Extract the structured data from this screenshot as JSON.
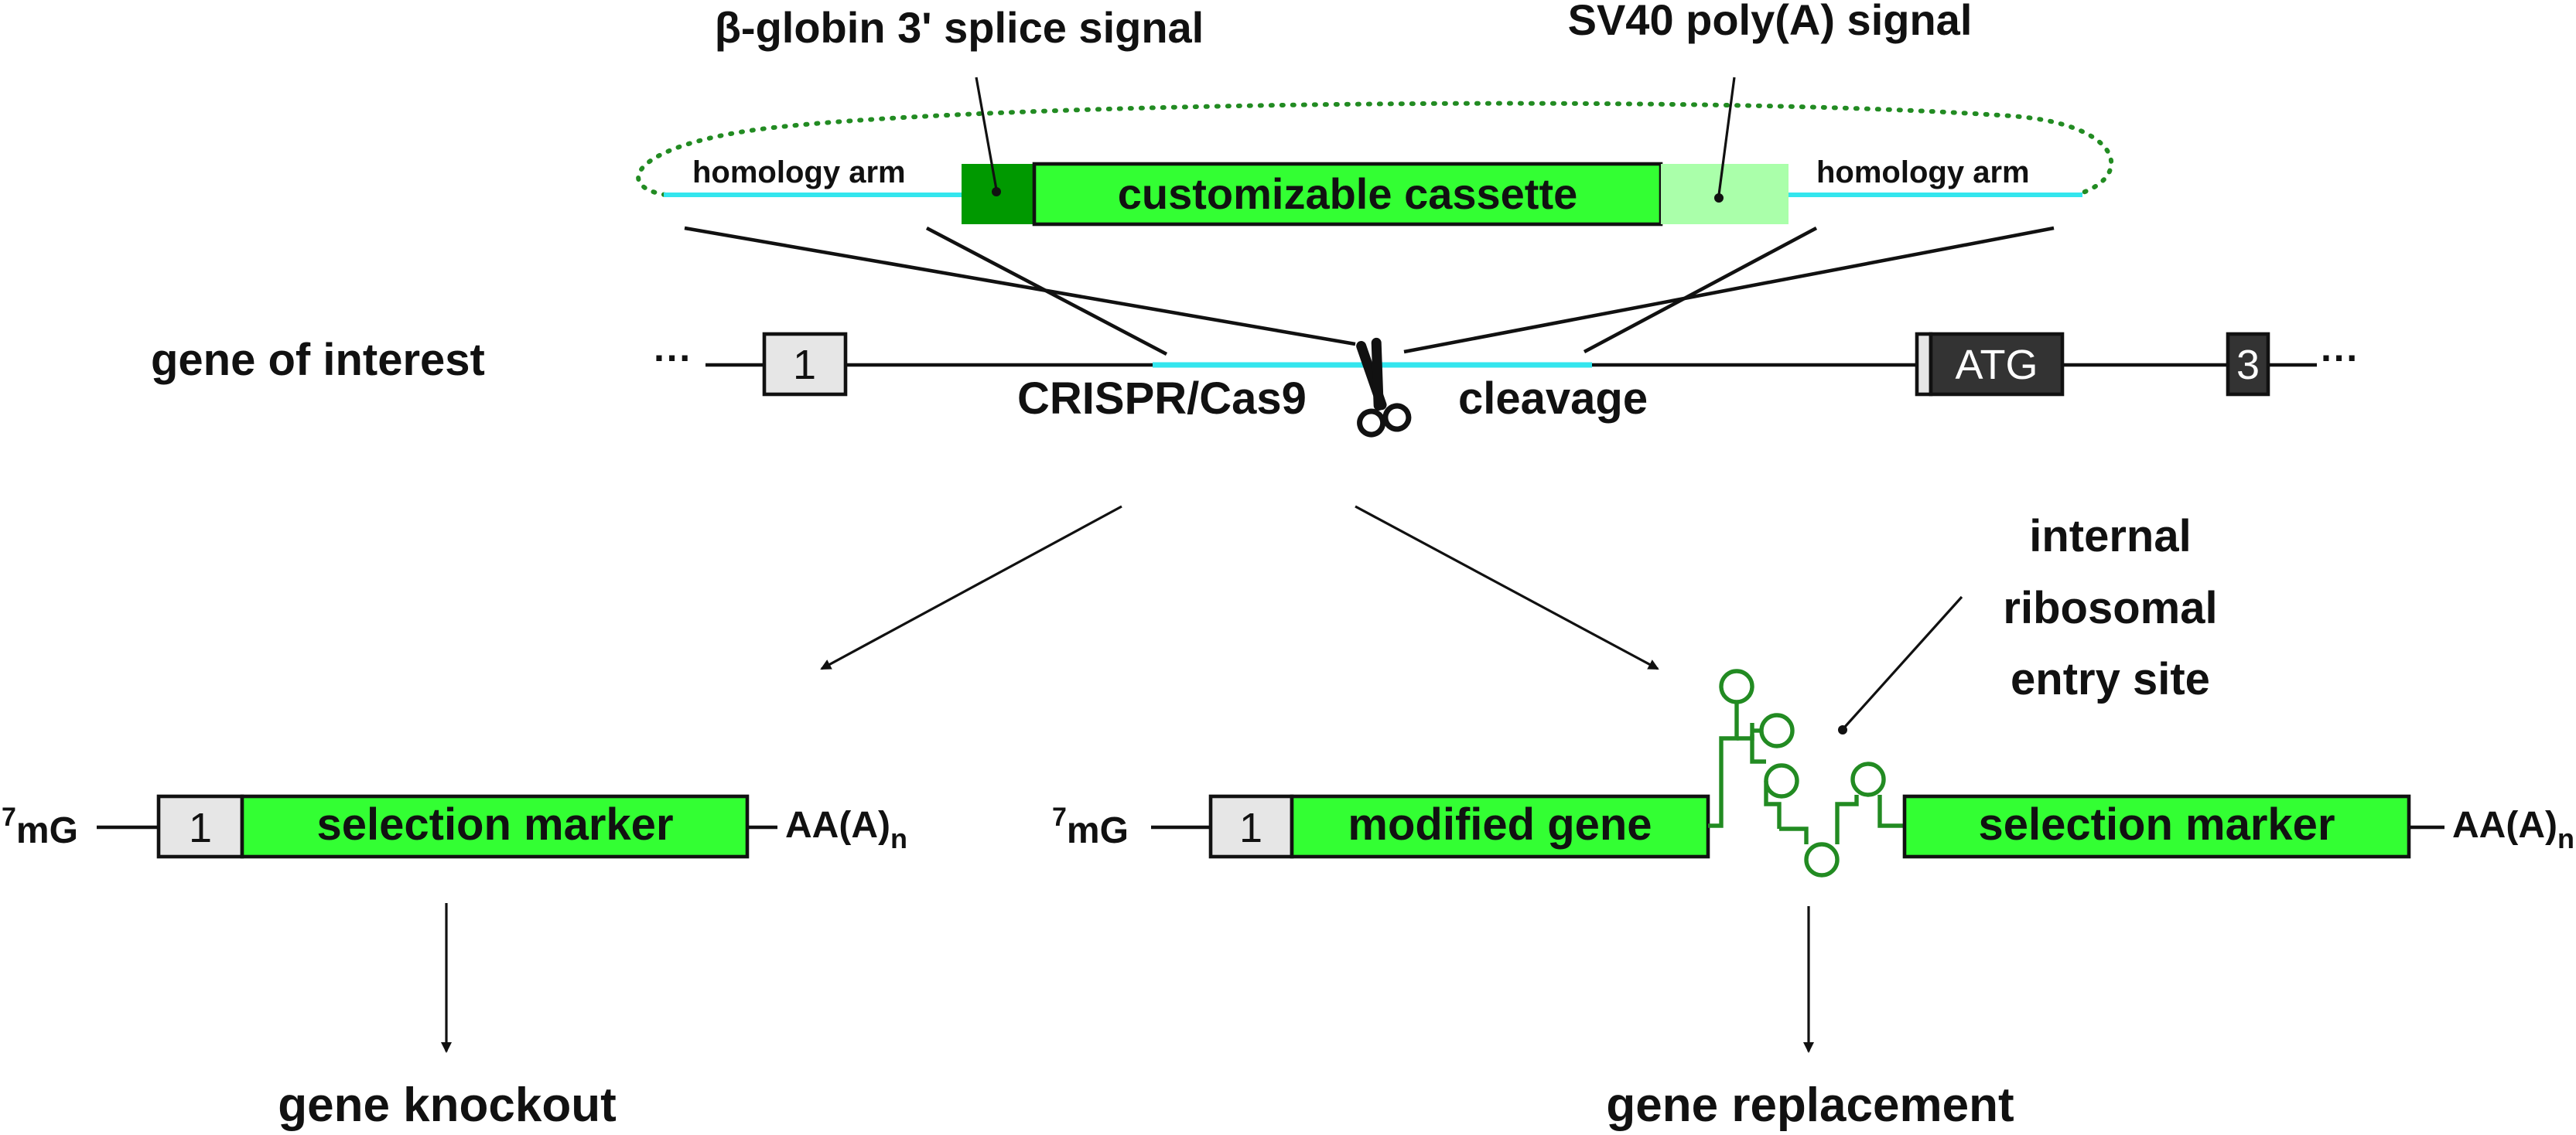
{
  "colors": {
    "bright_green": "#33ff33",
    "dark_green": "#009900",
    "light_green": "#aaffaa",
    "cyan": "#33e6ee",
    "exon_light": "#e6e6e6",
    "exon_dark": "#333333",
    "ires_green": "#228b22",
    "donor_dotted": "#228b22"
  },
  "donor": {
    "splice_signal_label": "β-globin 3' splice signal",
    "polya_signal_label": "SV40 poly(A) signal",
    "left_arm_label": "homology arm",
    "right_arm_label": "homology arm",
    "cassette_label": "customizable cassette"
  },
  "locus": {
    "label": "gene of interest",
    "left_ellipsis": "···",
    "right_ellipsis": "···",
    "exon1_label": "1",
    "atg_label": "ATG",
    "exon3_label": "3",
    "crispr_label": "CRISPR/Cas9",
    "cleavage_label": "cleavage",
    "scissors_icon": "scissors-icon"
  },
  "knockout_mrna": {
    "cap_sup": "7",
    "cap_text": "mG",
    "exon_label": "1",
    "marker_label": "selection marker",
    "tail_text": "AA(A)",
    "tail_sub": "n"
  },
  "replacement_mrna": {
    "cap_sup": "7",
    "cap_text": "mG",
    "exon_label": "1",
    "gene_label": "modified gene",
    "marker_label": "selection marker",
    "tail_text": "AA(A)",
    "tail_sub": "n"
  },
  "ires_label": [
    "internal",
    "ribosomal",
    "entry site"
  ],
  "outcomes": {
    "knockout": "gene knockout",
    "replacement": "gene replacement"
  }
}
